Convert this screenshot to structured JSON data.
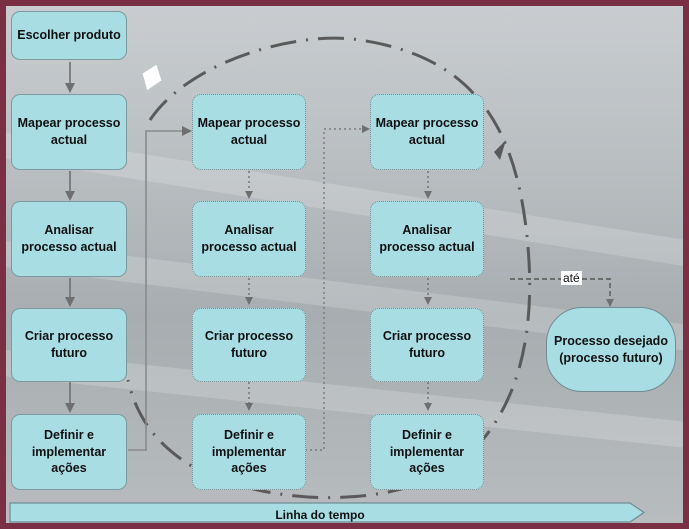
{
  "boxes": {
    "start": "Escolher produto",
    "col1": [
      "Mapear processo actual",
      "Analisar processo actual",
      "Criar processo futuro",
      "Definir e implementar ações"
    ],
    "col2": [
      "Mapear processo actual",
      "Analisar processo actual",
      "Criar processo futuro",
      "Definir e implementar ações"
    ],
    "col3": [
      "Mapear processo actual",
      "Analisar processo actual",
      "Criar processo futuro",
      "Definir e implementar ações"
    ]
  },
  "target": "Processo desejado (processo futuro)",
  "connector_label": "até",
  "timeline": "Linha do tempo",
  "colors": {
    "frame": "#7b2f45",
    "box_fill": "#a8dde4",
    "arrow": "#6f6f6f",
    "timeline_fill": "#a8dde4"
  }
}
